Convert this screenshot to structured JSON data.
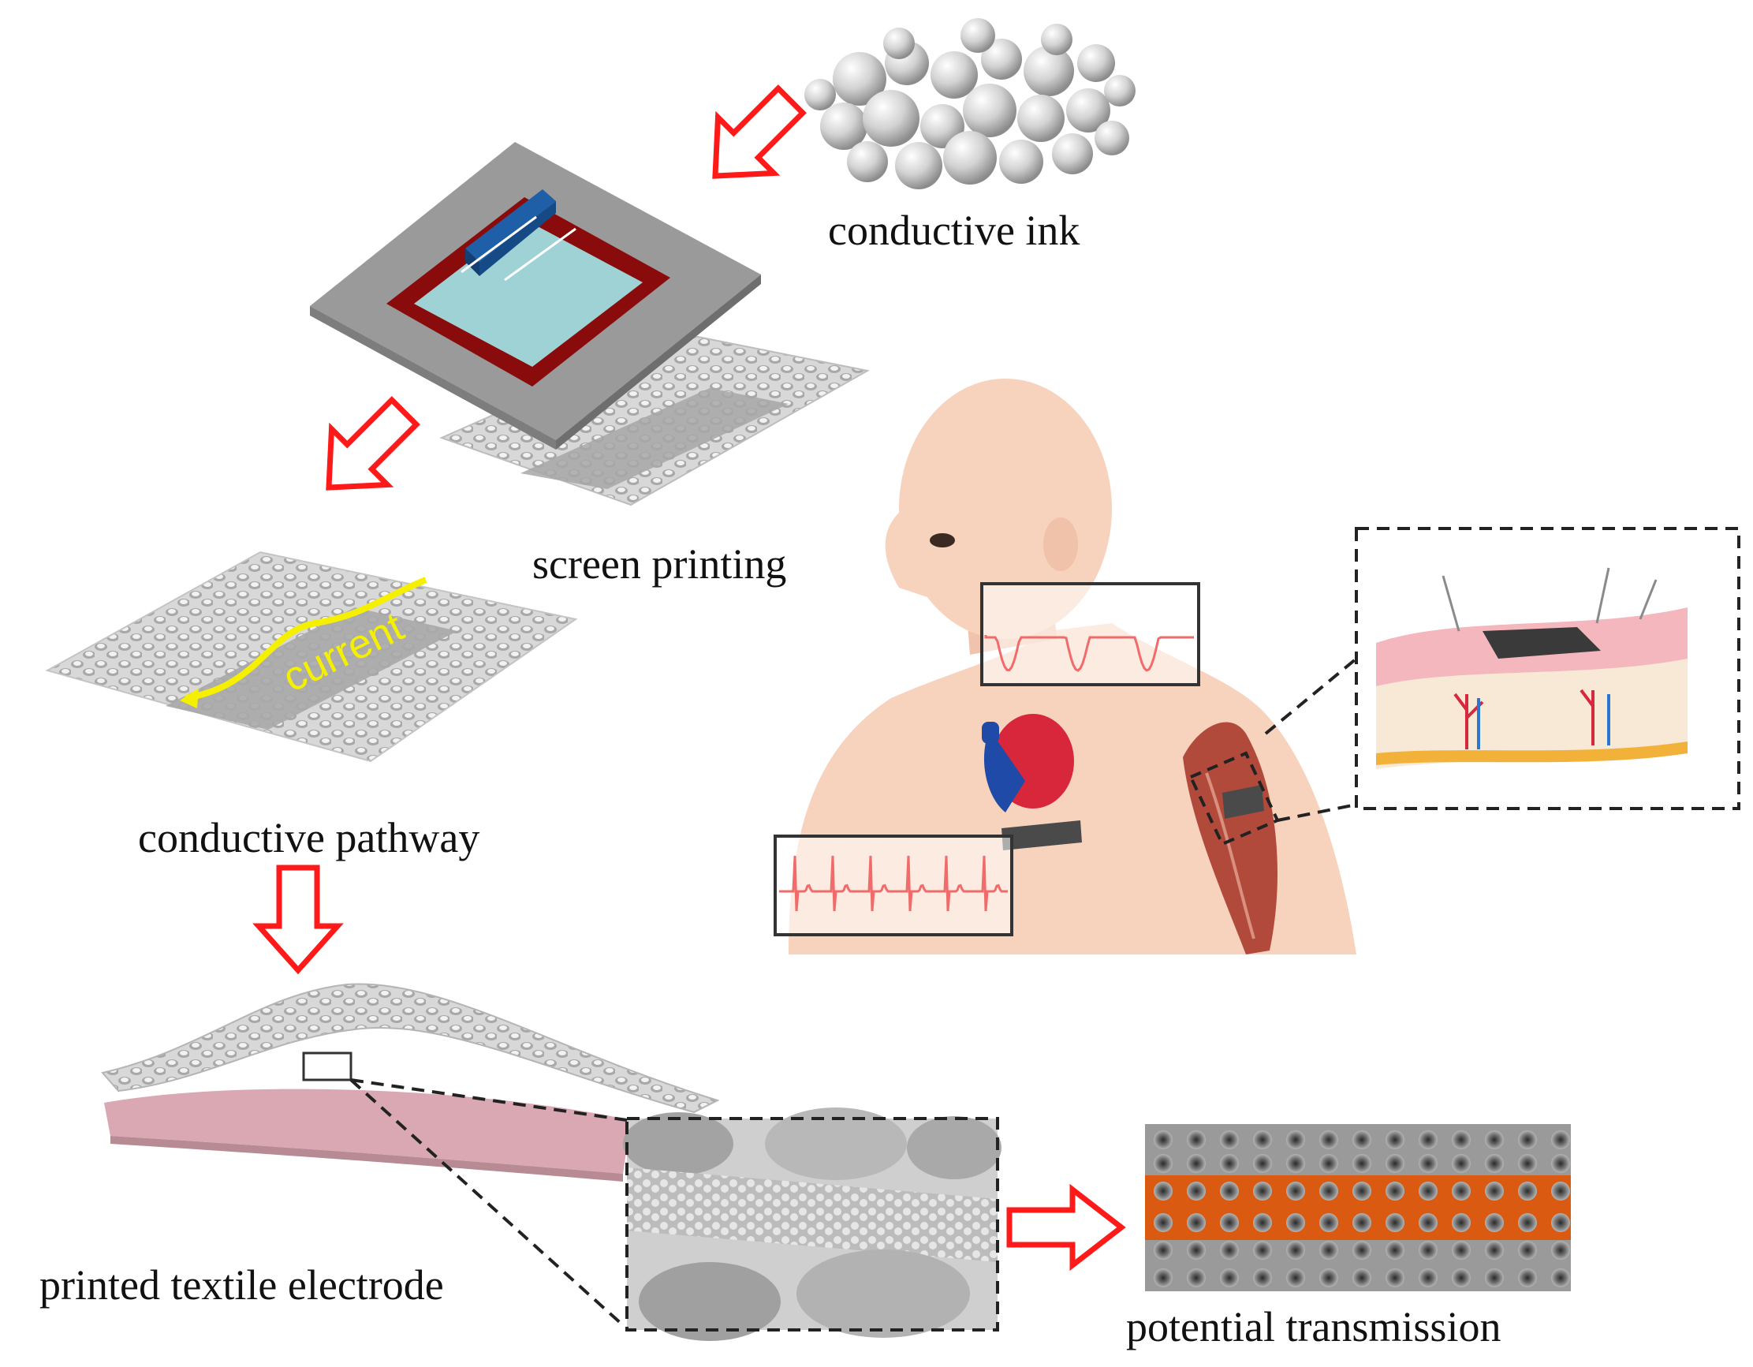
{
  "labels": {
    "conductive_ink": "conductive ink",
    "screen_printing": "screen printing",
    "conductive_pathway": "conductive pathway",
    "current": "current",
    "printed_textile_electrode": "printed textile electrode",
    "potential_transmission": "potential transmission"
  },
  "colors": {
    "arrow": "#ff1a1a",
    "squeegee": "#1f5fa8",
    "frame": "#8a0b0b",
    "mesh": "#9fd2d4",
    "plate": "#9a9a9a",
    "fabric": "#bdbdbd",
    "current_path": "#f5f000",
    "skin": "#f7d2bd",
    "muscle": "#b24a3c",
    "electrode_patch": "#4a4a4a",
    "signal": "#f26b6b",
    "pink_substrate": "#d9a8b3",
    "orange_band": "#d95a10"
  }
}
